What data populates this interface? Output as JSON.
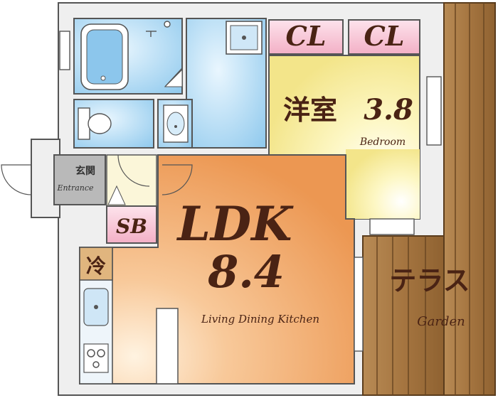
{
  "rooms": {
    "ldk": {
      "name": "LDK",
      "size": "8.4",
      "subtitle": "Living Dining Kitchen"
    },
    "bedroom": {
      "name": "洋室",
      "size": "3.8",
      "subtitle": "Bedroom"
    },
    "terrace": {
      "name": "テラス",
      "subtitle": "Garden"
    },
    "entrance": {
      "name": "玄関",
      "subtitle": "Entrance"
    }
  },
  "storage": {
    "closet_1": "CL",
    "closet_2": "CL",
    "shoe_box": "SB",
    "fridge": "冷"
  },
  "colors": {
    "wall": "#eeeeee",
    "wall_stroke": "#5a5a5a",
    "wet_area": "#a9d6f1",
    "bedroom": "#f9f19a",
    "ldk": "#f2a866",
    "closet": "#f7c2d2",
    "terrace": "#a77b45",
    "entrance": "#b8b8b8",
    "label_text": "#4a2314"
  }
}
